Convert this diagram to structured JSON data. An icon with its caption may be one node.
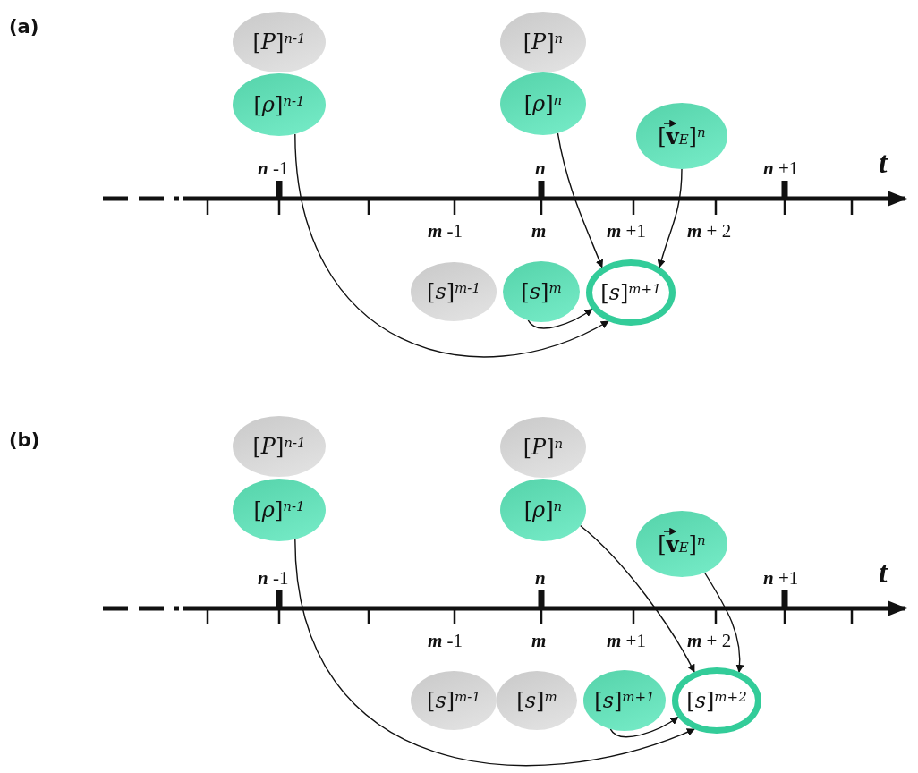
{
  "diagram": {
    "nodes": [
      {
        "text": [
          "[*P*]$^{n-1}$"
        ]
      },
      {
        "text": [
          "[*ρ*]$^{n-1}$"
        ]
      },
      {
        "text": [
          "[*P*]$^{n}$"
        ]
      },
      {
        "text": [
          "[*ρ*]$^{n}$"
        ]
      },
      {
        "text": [
          "[**v**$_{E}$]$^{n}$"
        ]
      },
      {
        "text": [
          "[*s*]$^{m-1}$"
        ]
      },
      {
        "text": [
          "[*s*]$^{m}$"
        ]
      },
      {
        "text": [
          "[*s*]$^{m+1}$"
        ]
      },
      {
        "text": [
          "[*P*]$^{n-1}$"
        ]
      },
      {
        "text": [
          "[*ρ*]$^{n-1}$"
        ]
      },
      {
        "text": [
          "[*P*]$^{n}$"
        ]
      },
      {
        "text": [
          "[*ρ*]$^{n}$"
        ]
      },
      {
        "text": [
          "[**v**$_{E}$]$^{n}$"
        ]
      },
      {
        "text": [
          "[*s*]$^{m-1}$"
        ]
      },
      {
        "text": [
          "[*s*]$^{m}$"
        ]
      },
      {
        "text": [
          "[*s*]$^{m+1}$"
        ]
      },
      {
        "text": [
          "[*s*]$^{m+2}$"
        ]
      }
    ],
    "edges": [
      {
        "from": 1,
        "to": 7,
        "arrow": "to"
      },
      {
        "from": 3,
        "to": 7,
        "arrow": "to"
      },
      {
        "from": 4,
        "to": 7,
        "arrow": "to"
      },
      {
        "from": 6,
        "to": 7,
        "arrow": "to"
      },
      {
        "from": 9,
        "to": 16,
        "arrow": "to"
      },
      {
        "from": 11,
        "to": 16,
        "arrow": "to"
      },
      {
        "from": 12,
        "to": 16,
        "arrow": "to"
      },
      {
        "from": 15,
        "to": 16,
        "arrow": "to"
      }
    ],
    "labels": [
      "(a)",
      "**n** -1",
      "**n**",
      "**n** +1",
      "t",
      "**m** -1",
      "**m**",
      "**m** +1",
      "**m** + 2",
      "(b)",
      "**n** -1",
      "**n**",
      "**n** +1",
      "t",
      "**m** -1",
      "**m**",
      "**m** +1",
      "**m** + 2"
    ]
  }
}
